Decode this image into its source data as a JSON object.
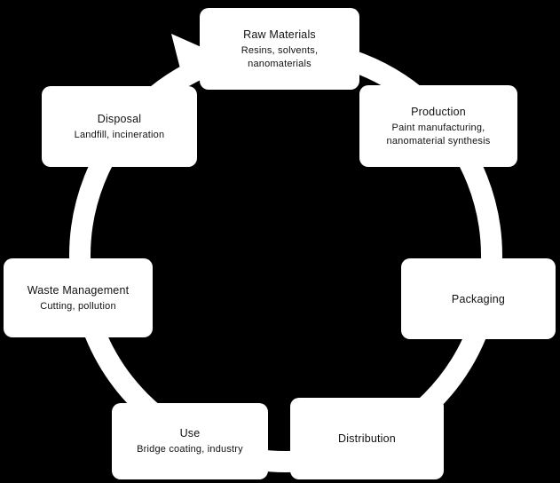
{
  "diagram": {
    "background": "#000000",
    "ring_color": "#ffffff",
    "box_color": "#ffffff",
    "text_color": "#111111",
    "nodes": [
      {
        "id": "raw-materials",
        "title": "Raw Materials",
        "subtitle": "Resins, solvents, nanomaterials"
      },
      {
        "id": "production",
        "title": "Production",
        "subtitle": "Paint manufacturing, nanomaterial synthesis"
      },
      {
        "id": "packaging",
        "title": "Packaging",
        "subtitle": ""
      },
      {
        "id": "distribution",
        "title": "Distribution",
        "subtitle": ""
      },
      {
        "id": "use",
        "title": "Use",
        "subtitle": "Bridge coating, industry"
      },
      {
        "id": "waste-management",
        "title": "Waste Management",
        "subtitle": "Cutting, pollution"
      },
      {
        "id": "disposal",
        "title": "Disposal",
        "subtitle": "Landfill, incineration"
      }
    ]
  }
}
